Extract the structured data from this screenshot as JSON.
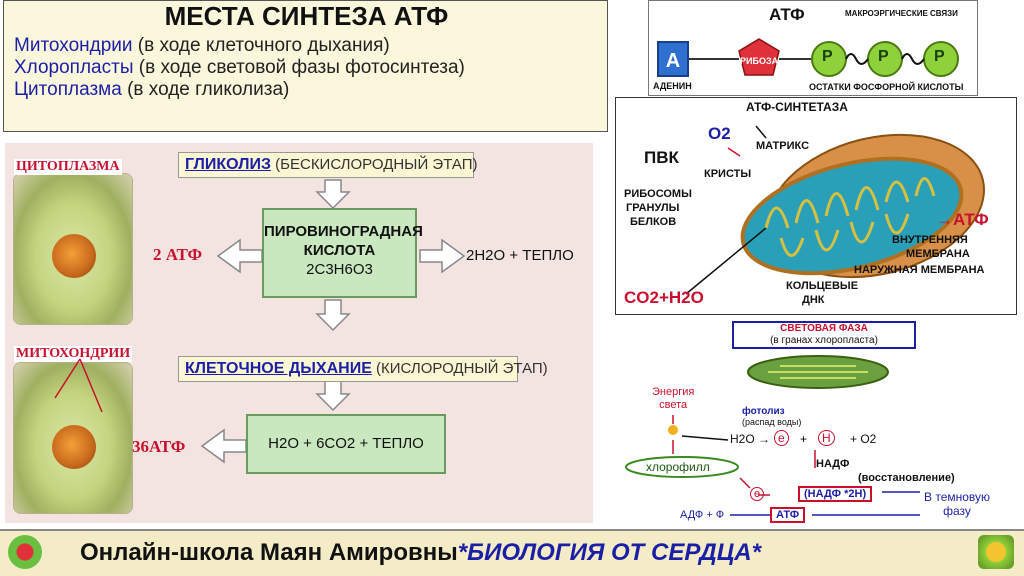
{
  "header": {
    "title": "МЕСТА СИНТЕЗА АТФ",
    "lines": [
      {
        "key": "Митохондрии",
        "text": "(в ходе клеточного дыхания)"
      },
      {
        "key": "Хлоропласты",
        "text": " (в ходе световой фазы фотосинтеза)"
      },
      {
        "key": "Цитоплазма",
        "text": "(в ходе гликолиза)"
      }
    ]
  },
  "scheme": {
    "cytoplasm_label": "ЦИТОПЛАЗМА",
    "mito_label": "МИТОХОНДРИИ",
    "glycolysis_key": "ГЛИКОЛИЗ",
    "glycolysis_text": "(БЕСКИСЛОРОДНЫЙ ЭТАП)",
    "pyruvate_line1": "ПИРОВИНОГРАДНАЯ",
    "pyruvate_line2": "КИСЛОТА",
    "pyruvate_formula": "2C3H6O3",
    "atp_glyc": "2 АТФ",
    "water_heat_1": "2H2O + ТЕПЛО",
    "resp_key": "КЛЕТОЧНОЕ ДЫХАНИЕ",
    "resp_text": "(КИСЛОРОДНЫЙ ЭТАП)",
    "resp_products": "H2O + 6CO2 + ТЕПЛО",
    "atp_resp": "36АТФ"
  },
  "atp_molecule": {
    "title": "АТФ",
    "bonds": "МАКРОЭРГИЧЕСКИЕ СВЯЗИ",
    "adenine_letter": "A",
    "adenine": "АДЕНИН",
    "ribose": "РИБОЗА",
    "p": "P",
    "phosphates": "ОСТАТКИ ФОСФОРНОЙ КИСЛОТЫ"
  },
  "mito": {
    "synthase": "АТФ-СИНТЕТАЗА",
    "o2": "O2",
    "pvk": "ПВК",
    "matrix": "МАТРИКС",
    "cristae": "КРИСТЫ",
    "ribosomes": "РИБОСОМЫ",
    "granules": "ГРАНУЛЫ",
    "proteins": "БЕЛКОВ",
    "atp": "→АТФ",
    "inner1": "ВНУТРЕННЯЯ",
    "inner2": "МЕМБРАНА",
    "outer": "НАРУЖНАЯ МЕМБРАНА",
    "dna1": "КОЛЬЦЕВЫЕ",
    "dna2": "ДНК",
    "co2": "CO2+H2O"
  },
  "photo": {
    "phase": "СВЕТОВАЯ ФАЗА",
    "grana": "(в гранах хлоропласта)",
    "energy1": "Энергия",
    "energy2": "света",
    "photolysis": "фотолиз",
    "water_split": "(распад воды)",
    "eq_h2o": "H2O →",
    "e": "e",
    "h": "H",
    "plus": "+",
    "o2": "+ O2",
    "chlorophyll": "хлорофилл",
    "nadf": "НАДФ",
    "restore": "(восстановление)",
    "nadf2h": "(НАДФ *2H)",
    "dark1": "В темновую",
    "dark2": "фазу",
    "adf": "АДФ + Ф",
    "atp": "АТФ"
  },
  "footer": {
    "prefix": "Онлайн-школа Маян Амировны",
    "brand": "*БИОЛОГИЯ ОТ СЕРДЦА*"
  },
  "colors": {
    "accent_blue": "#1b1fa6",
    "accent_red": "#c8102e",
    "box_green": "#c9e8bf",
    "box_yellow": "#fbf6d4"
  }
}
